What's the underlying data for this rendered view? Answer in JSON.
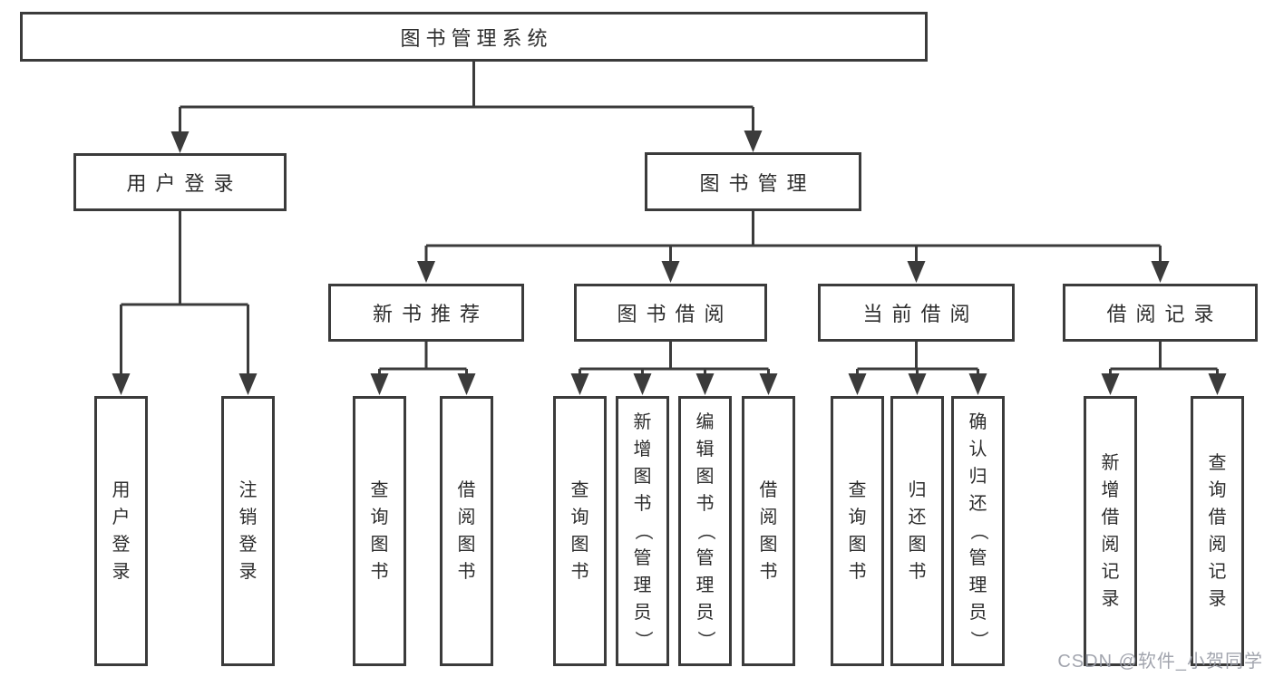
{
  "diagram": {
    "root": {
      "label": "图书管理系统"
    },
    "level2": [
      {
        "label": "用户登录",
        "children": [
          {
            "label": "用户登录"
          },
          {
            "label": "注销登录"
          }
        ]
      },
      {
        "label": "图书管理",
        "children": [
          {
            "label": "新书推荐",
            "children": [
              {
                "label": "查询图书"
              },
              {
                "label": "借阅图书"
              }
            ]
          },
          {
            "label": "图书借阅",
            "children": [
              {
                "label": "查询图书"
              },
              {
                "label": "新增图书（管理员）"
              },
              {
                "label": "编辑图书（管理员）"
              },
              {
                "label": "借阅图书"
              }
            ]
          },
          {
            "label": "当前借阅",
            "children": [
              {
                "label": "查询图书"
              },
              {
                "label": "归还图书"
              },
              {
                "label": "确认归还（管理员）"
              }
            ]
          },
          {
            "label": "借阅记录",
            "children": [
              {
                "label": "新增借阅记录"
              },
              {
                "label": "查询借阅记录"
              }
            ]
          }
        ]
      }
    ]
  },
  "watermark": {
    "text": "CSDN @软件_小贺同学"
  },
  "colors": {
    "line": "#3b3b3b",
    "text": "#2d2d2d",
    "watermark": "#9b9ea8",
    "background": "#ffffff"
  }
}
